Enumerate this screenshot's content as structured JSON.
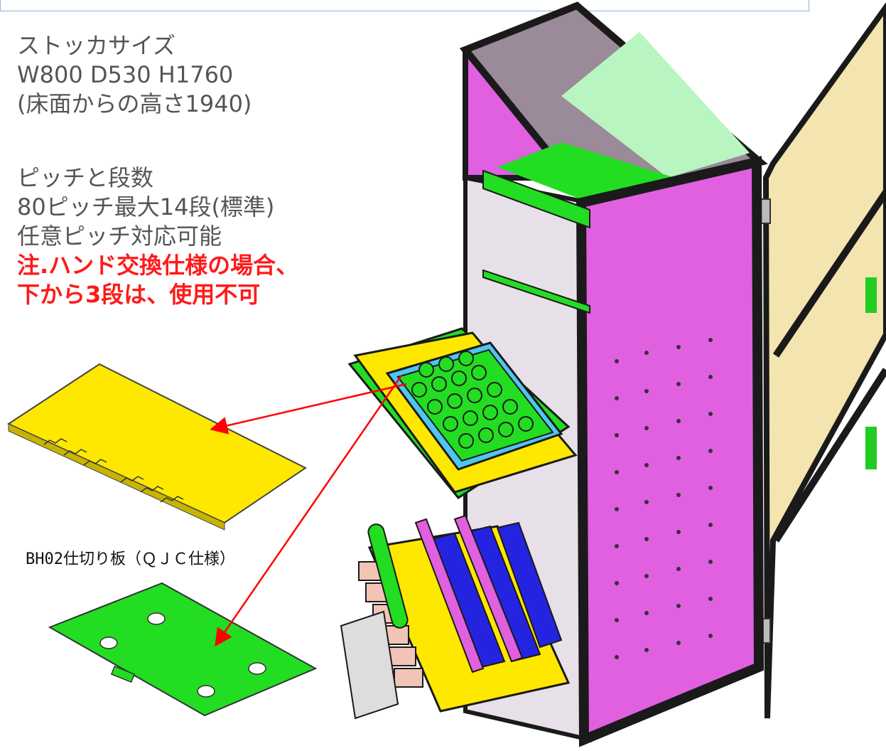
{
  "specs": {
    "size_title": "ストッカサイズ",
    "size_value": "W800 D530 H1760",
    "size_height_note": "(床面からの高さ1940)",
    "pitch_title": "ピッチと段数",
    "pitch_value": "80ピッチ最大14段(標準)",
    "pitch_option": "任意ピッチ対応可能",
    "note_line1": "注.ハンド交換仕様の場合、",
    "note_line2": "下から3段は、使用不可"
  },
  "parts": {
    "partition_caption": "BH02仕切り板（ＱＪＣ仕様）"
  },
  "colors": {
    "frame": "#1a1a1a",
    "magenta_panel": "#e060e0",
    "yellow_plate": "#ffe800",
    "green_plate": "#22dd22",
    "light_green": "#b8f5c0",
    "blue_tray": "#4fc6ef",
    "door_panel": "#f3e4b0",
    "navy_block": "#2424e0",
    "salmon_block": "#f2c4b6",
    "arrow": "#ff0000",
    "note_text": "#ff1a1a"
  }
}
